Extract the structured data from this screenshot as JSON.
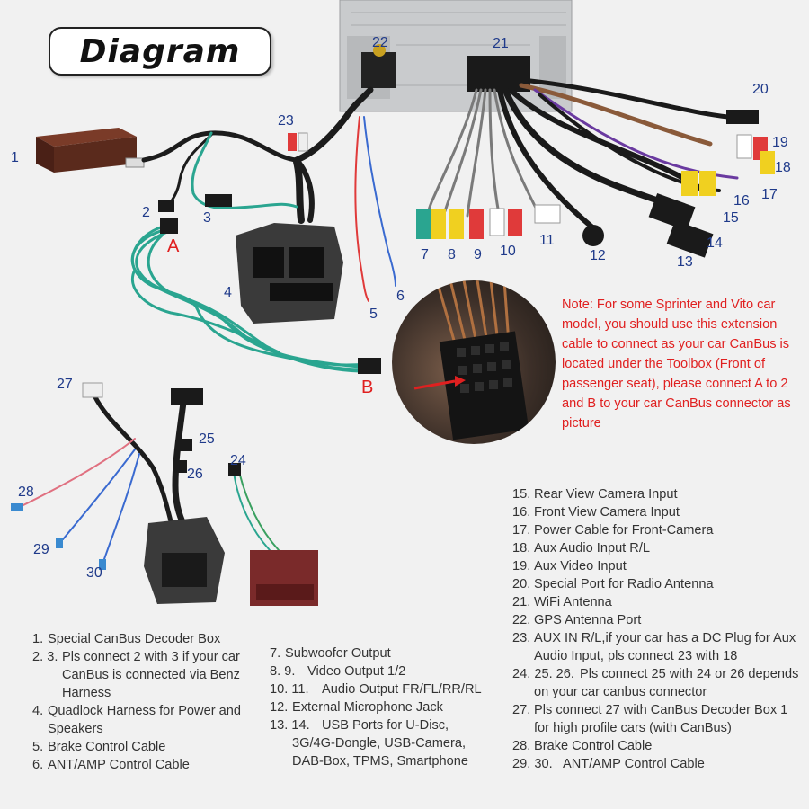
{
  "title": "Diagram",
  "numbers": {
    "n1": "1",
    "n2": "2",
    "n3": "3",
    "n4": "4",
    "n5": "5",
    "n6": "6",
    "n7": "7",
    "n8": "8",
    "n9": "9",
    "n10": "10",
    "n11": "11",
    "n12": "12",
    "n13": "13",
    "n14": "14",
    "n15": "15",
    "n16": "16",
    "n17": "17",
    "n18": "18",
    "n19": "19",
    "n20": "20",
    "n21": "21",
    "n22": "22",
    "n23": "23",
    "n24": "24",
    "n25": "25",
    "n26": "26",
    "n27": "27",
    "n28": "28",
    "n29": "29",
    "n30": "30"
  },
  "letters": {
    "a": "A",
    "b": "B"
  },
  "note": "Note: For some Sprinter and Vito car model, you should use this extension cable to connect as your car CanBus is located under the Toolbox (Front of passenger seat), please connect A to 2 and B to your car CanBus connector as picture",
  "legend_left": [
    {
      "n": "1.",
      "t": "Special CanBus Decoder Box"
    },
    {
      "n": "2. 3.",
      "t": "Pls connect 2 with 3 if your car CanBus is connected via Benz Harness"
    },
    {
      "n": "4.",
      "t": "Quadlock Harness for Power and Speakers"
    },
    {
      "n": "5.",
      "t": "Brake Control Cable"
    },
    {
      "n": "6.",
      "t": "ANT/AMP Control Cable"
    }
  ],
  "legend_mid": [
    {
      "n": "7.",
      "t": "Subwoofer Output"
    },
    {
      "n": "8. 9.",
      "t": "Video Output 1/2"
    },
    {
      "n": "10. 11.",
      "t": "Audio Output FR/FL/RR/RL"
    },
    {
      "n": "12.",
      "t": "External Microphone Jack"
    },
    {
      "n": "13. 14.",
      "t": "USB Ports for U-Disc, 3G/4G-Dongle, USB-Camera, DAB-Box, TPMS, Smartphone"
    }
  ],
  "legend_right": [
    {
      "n": "15.",
      "t": "Rear View Camera Input"
    },
    {
      "n": "16.",
      "t": "Front View Camera Input"
    },
    {
      "n": "17.",
      "t": "Power Cable for Front-Camera"
    },
    {
      "n": "18.",
      "t": "Aux Audio Input R/L"
    },
    {
      "n": "19.",
      "t": "Aux Video Input"
    },
    {
      "n": "20.",
      "t": "Special Port for Radio Antenna"
    },
    {
      "n": "21.",
      "t": "WiFi Antenna"
    },
    {
      "n": "22.",
      "t": "GPS Antenna Port"
    },
    {
      "n": "23.",
      "t": "AUX IN R/L,if your car has a DC Plug for Aux Audio Input, pls connect 23 with 18"
    },
    {
      "n": "24. 25. 26.",
      "t": "Pls connect 25 with 24 or 26 depends on your car canbus connector"
    },
    {
      "n": "27.",
      "t": "Pls connect 27 with CanBus Decoder Box 1 for high profile cars (with CanBus)"
    },
    {
      "n": "28.",
      "t": "Brake Control Cable"
    },
    {
      "n": "29. 30.",
      "t": "ANT/AMP Control Cable"
    }
  ],
  "colors": {
    "number_label": "#1f3a8a",
    "note_text": "#e02020",
    "letter_label": "#e02020",
    "legend_text": "#333333",
    "background": "#f1f1f1",
    "decoder_box": "#5a2a1c",
    "connector_foam": "#3a3a3a",
    "iso_connector": "#7a2a2a",
    "green_cable": "#2aa590"
  }
}
